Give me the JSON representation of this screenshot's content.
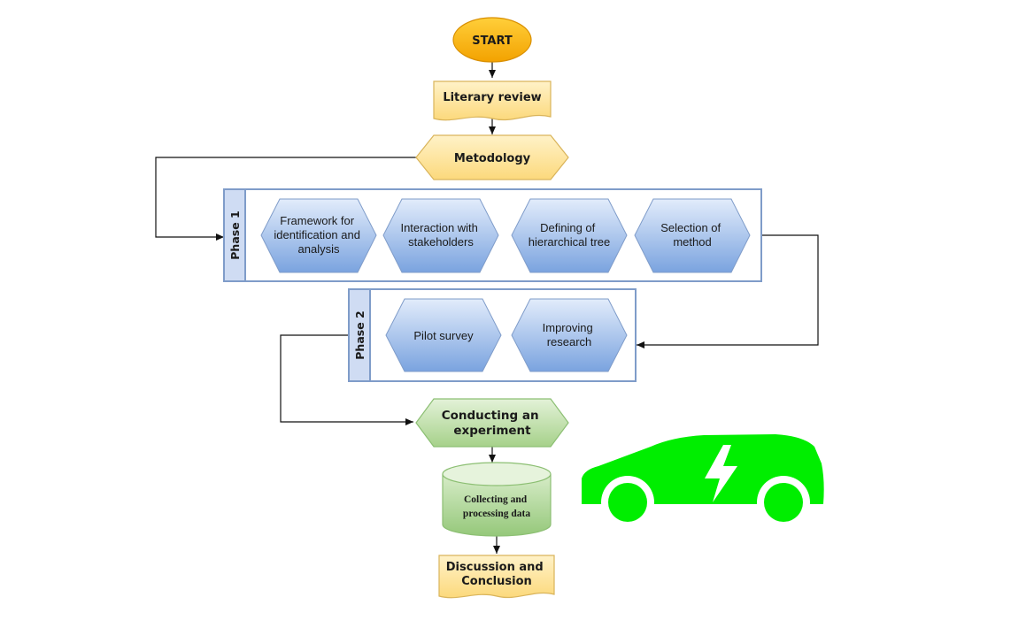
{
  "flowchart": {
    "start": "START",
    "literary_review": "Literary review",
    "methodology": "Metodology",
    "phase1": {
      "label": "Phase 1",
      "steps": [
        [
          "Framework for",
          "identification and",
          "analysis"
        ],
        [
          "Interaction with",
          "stakeholders"
        ],
        [
          "Defining of",
          "hierarchical tree"
        ],
        [
          "Selection of",
          "method"
        ]
      ]
    },
    "phase2": {
      "label": "Phase 2",
      "steps": [
        [
          "Pilot survey"
        ],
        [
          "Improving",
          "research"
        ]
      ]
    },
    "experiment": [
      "Conducting an",
      "experiment"
    ],
    "data": [
      "Collecting and",
      "processing data"
    ],
    "conclusion": [
      "Discussion and",
      "Conclusion"
    ]
  },
  "colors": {
    "start_fill": "#f5a700",
    "doc_fill": "#fde6a3",
    "methodology_fill": "#fde6a3",
    "process_fill_top": "#dce8fa",
    "process_fill_bottom": "#7fa8e0",
    "phase_border": "#7f9cc9",
    "phase_tab": "#cfdcf3",
    "experiment_fill": "#c9e3b5",
    "data_fill": "#a9d28f",
    "car": "#00ee00"
  },
  "icons": {
    "car": "electric-car-icon"
  }
}
